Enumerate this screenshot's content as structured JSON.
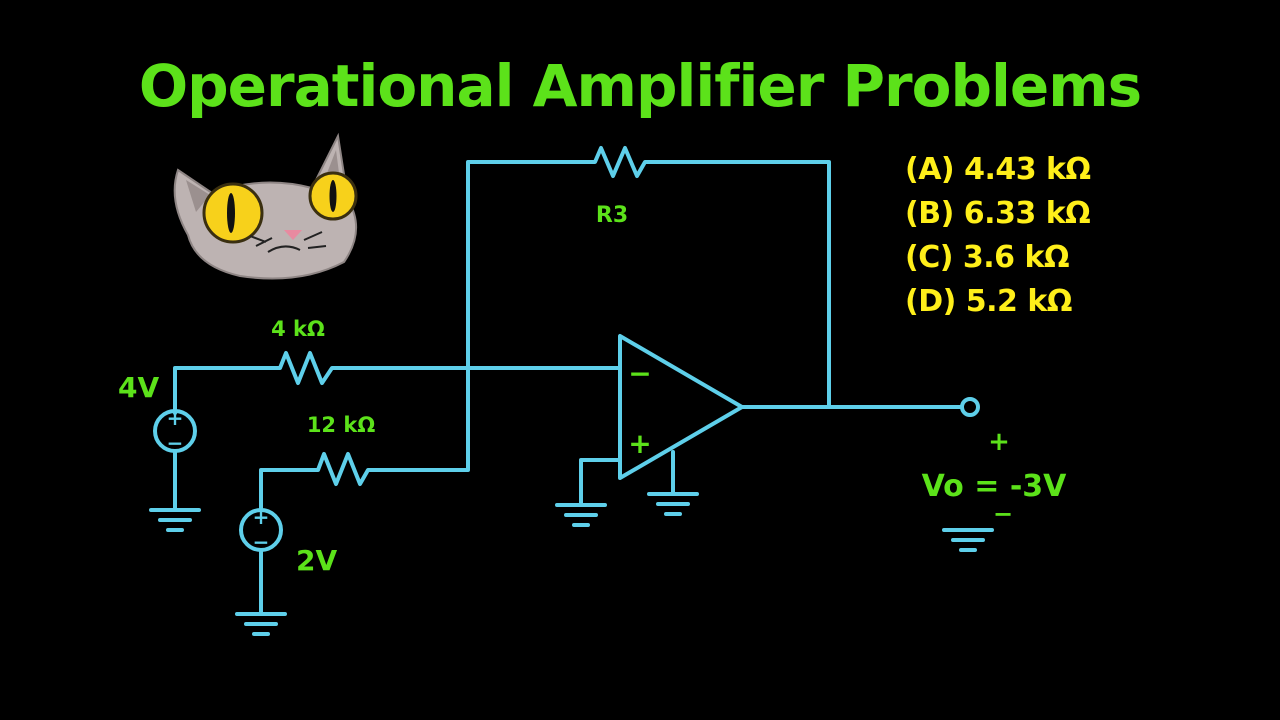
{
  "title": "Operational Amplifier Problems",
  "answer_choices": [
    {
      "letter": "(A)",
      "value": "4.43 kΩ"
    },
    {
      "letter": "(B)",
      "value": "6.33 kΩ"
    },
    {
      "letter": "(C)",
      "value": "3.6 kΩ"
    },
    {
      "letter": "(D)",
      "value": "5.2 kΩ"
    }
  ],
  "circuit": {
    "feedback_resistor": "R3",
    "input_resistor_1": "4 kΩ",
    "input_resistor_2": "12 kΩ",
    "source_1": "4V",
    "source_2": "2V",
    "opamp_inverting": "−",
    "opamp_noninverting": "+",
    "source_plus": "+",
    "source_minus": "−",
    "output_plus": "+",
    "output_minus": "−",
    "output_label": "Vo = -3V"
  },
  "mascot": "cat-icon",
  "colors": {
    "background": "#000000",
    "title": "#5ce21a",
    "labels": "#5ce21a",
    "answers": "#ffef1a",
    "wire": "#5ecfea",
    "cat_fur": "#bdb3b2",
    "cat_eye": "#f7d11b"
  }
}
